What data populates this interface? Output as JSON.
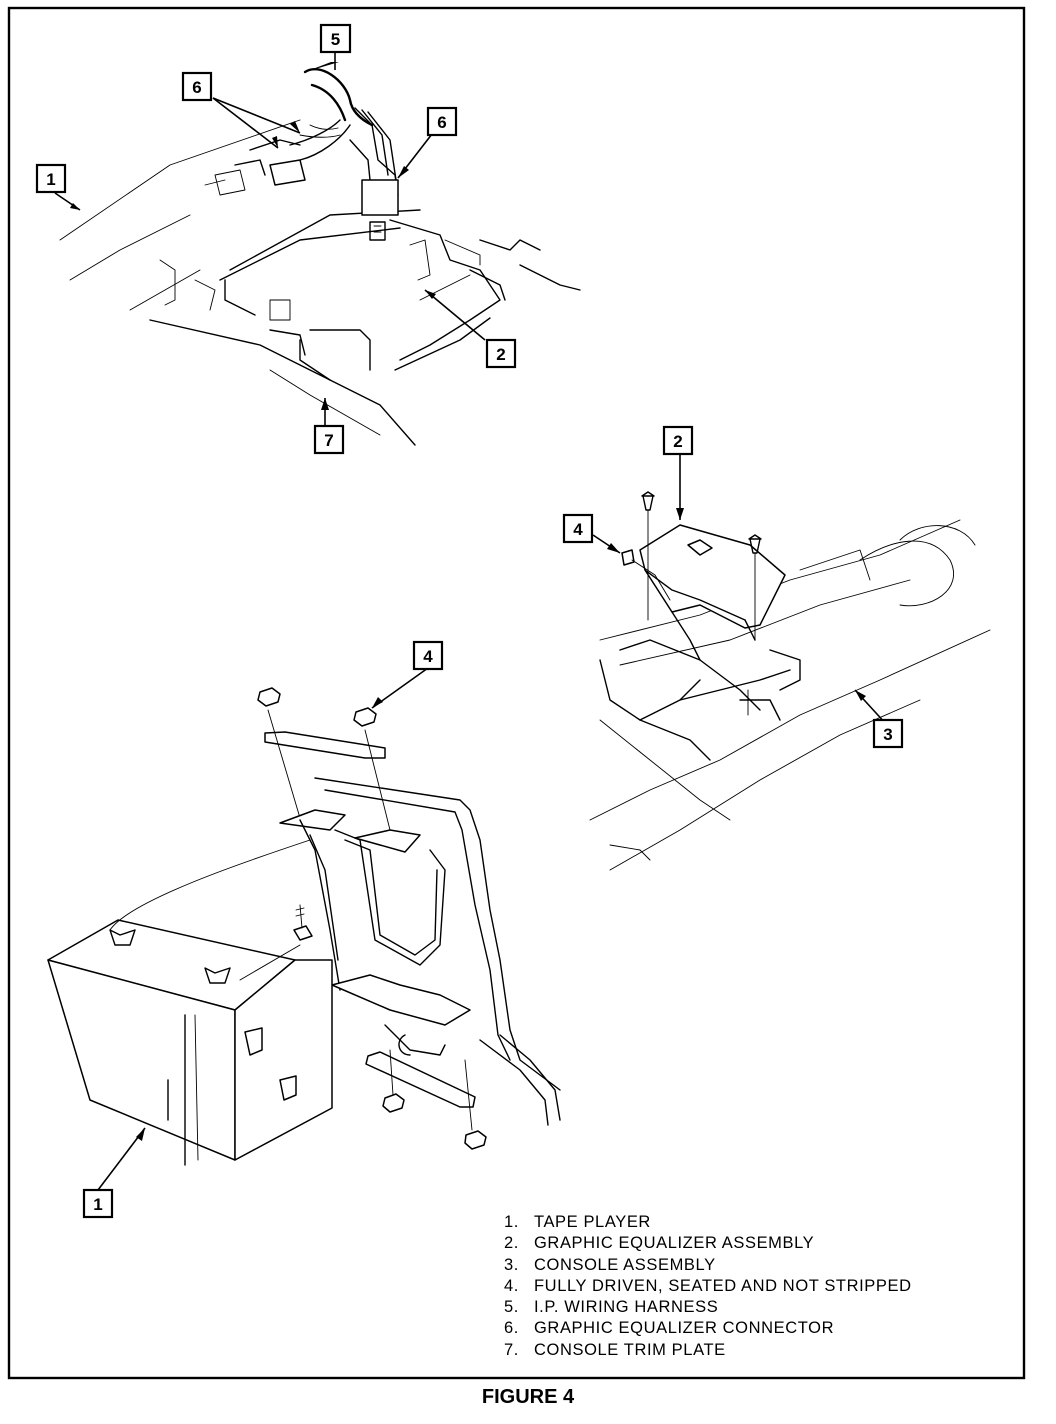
{
  "legend": [
    {
      "num": "1.",
      "text": "TAPE PLAYER"
    },
    {
      "num": "2.",
      "text": "GRAPHIC EQUALIZER ASSEMBLY"
    },
    {
      "num": "3.",
      "text": "CONSOLE ASSEMBLY"
    },
    {
      "num": "4.",
      "text": "FULLY DRIVEN, SEATED AND NOT STRIPPED"
    },
    {
      "num": "5.",
      "text": "I.P. WIRING HARNESS"
    },
    {
      "num": "6.",
      "text": "GRAPHIC EQUALIZER CONNECTOR"
    },
    {
      "num": "7.",
      "text": "CONSOLE TRIM PLATE"
    }
  ],
  "callouts": [
    "5",
    "6",
    "6",
    "1",
    "2",
    "7",
    "2",
    "4",
    "3",
    "4",
    "1"
  ],
  "caption": "FIGURE 4"
}
